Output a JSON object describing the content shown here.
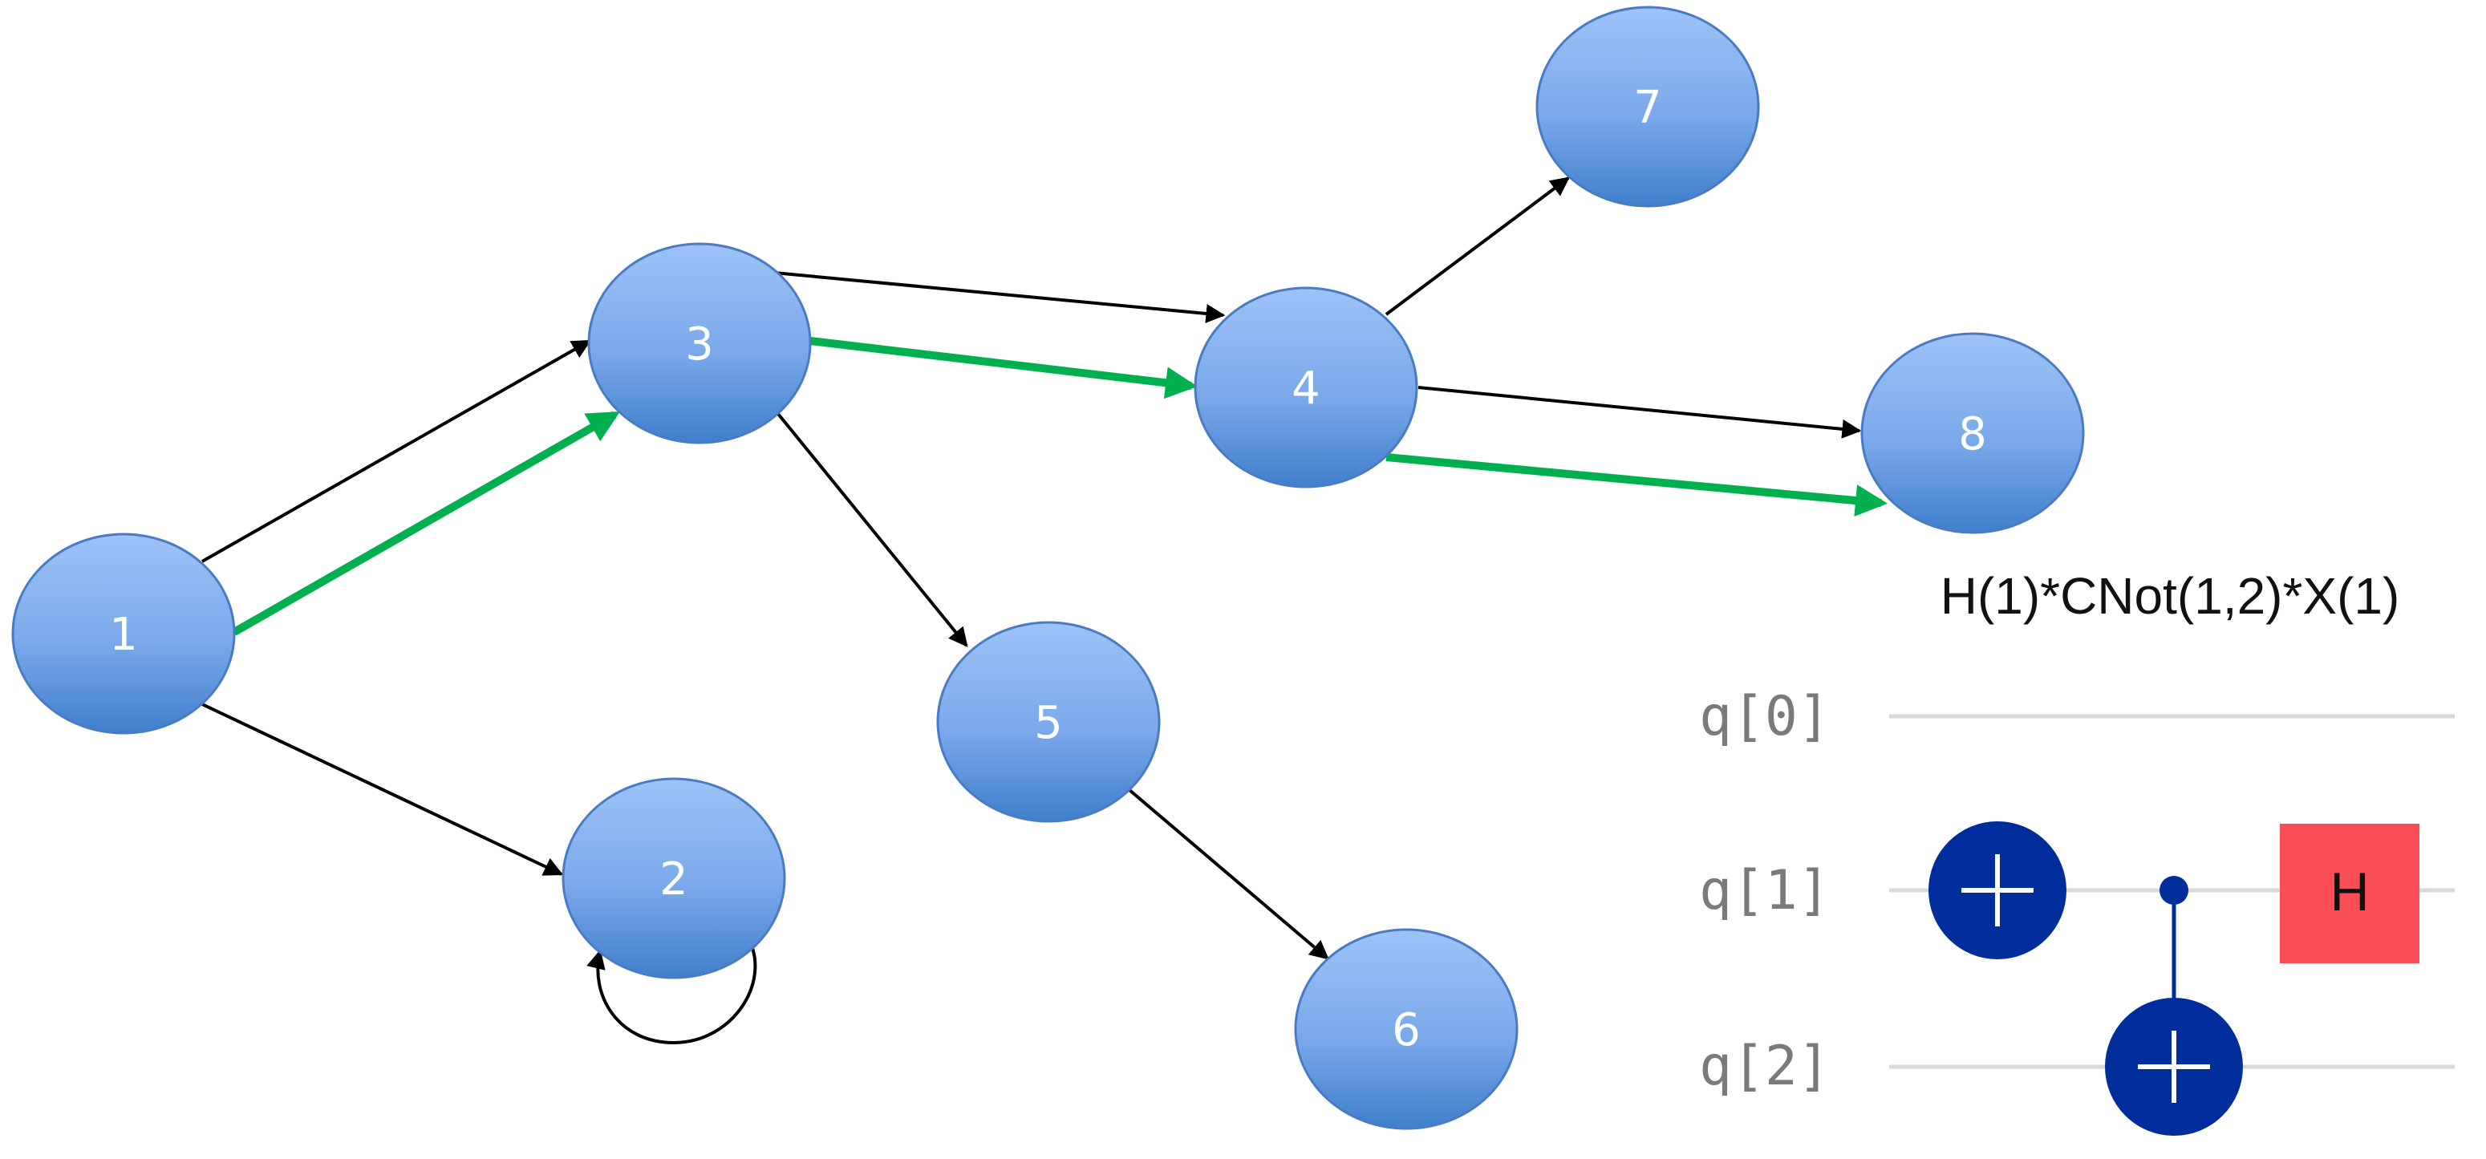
{
  "graph": {
    "nodes": [
      {
        "id": "1",
        "label": "1"
      },
      {
        "id": "2",
        "label": "2"
      },
      {
        "id": "3",
        "label": "3"
      },
      {
        "id": "4",
        "label": "4"
      },
      {
        "id": "5",
        "label": "5"
      },
      {
        "id": "6",
        "label": "6"
      },
      {
        "id": "7",
        "label": "7"
      },
      {
        "id": "8",
        "label": "8"
      }
    ],
    "edges": [
      {
        "from": "1",
        "to": "3"
      },
      {
        "from": "1",
        "to": "2"
      },
      {
        "from": "2",
        "to": "2"
      },
      {
        "from": "3",
        "to": "4"
      },
      {
        "from": "3",
        "to": "5"
      },
      {
        "from": "5",
        "to": "6"
      },
      {
        "from": "4",
        "to": "7"
      },
      {
        "from": "4",
        "to": "8"
      }
    ],
    "highlighted_path": [
      "1",
      "3",
      "4",
      "8"
    ],
    "colors": {
      "node_top": "#9dc3f7",
      "node_bottom": "#3f7fcc",
      "node_stroke": "#4a7bc2",
      "edge": "#000000",
      "highlight": "#00b04f"
    }
  },
  "circuit": {
    "formula": "H(1)*CNot(1,2)*X(1)",
    "qubits": [
      {
        "label": "q[0]"
      },
      {
        "label": "q[1]"
      },
      {
        "label": "q[2]"
      }
    ],
    "gates": [
      {
        "type": "X",
        "symbol": "plus-icon",
        "qubit": 1
      },
      {
        "type": "CNOT",
        "control": 1,
        "target": 2
      },
      {
        "type": "H",
        "label": "H",
        "qubit": 1
      }
    ],
    "colors": {
      "wire": "#d9d9d9",
      "xgate": "#002d9c",
      "hgate": "#fa4d56",
      "control_line": "#002d9c"
    }
  }
}
